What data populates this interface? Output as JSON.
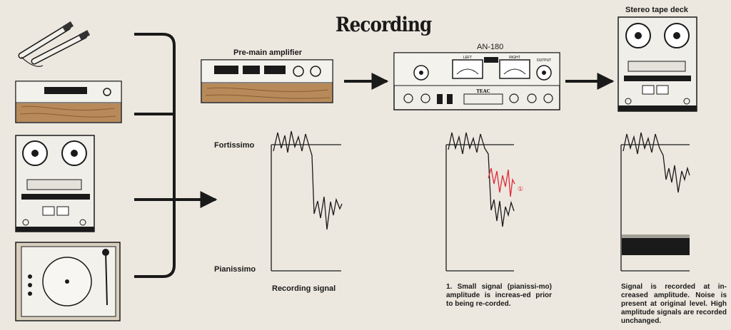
{
  "title": "Recording",
  "devices": {
    "amplifier": "Pre-main amplifier",
    "processor": "AN-180",
    "deck": "Stereo tape deck"
  },
  "panel_text": {
    "teac": "TEAC",
    "left": "LEFT",
    "right": "RIGHT",
    "output": "OUTPUT"
  },
  "axis": {
    "high": "Fortissimo",
    "low": "Pianissimo"
  },
  "captions": {
    "input": "Recording signal",
    "processed": "1. Small signal (pianissi-mo) amplitude is increas-ed prior to being re-corded.",
    "recorded": "Signal is recorded at in-creased amplitude. Noise is present at original level. High amplitude signals are recorded unchanged."
  },
  "marker": "①",
  "colors": {
    "ink": "#1a1a1a",
    "paper": "#ede8df",
    "wood": "#b88a5a",
    "red": "#e02a3a"
  }
}
